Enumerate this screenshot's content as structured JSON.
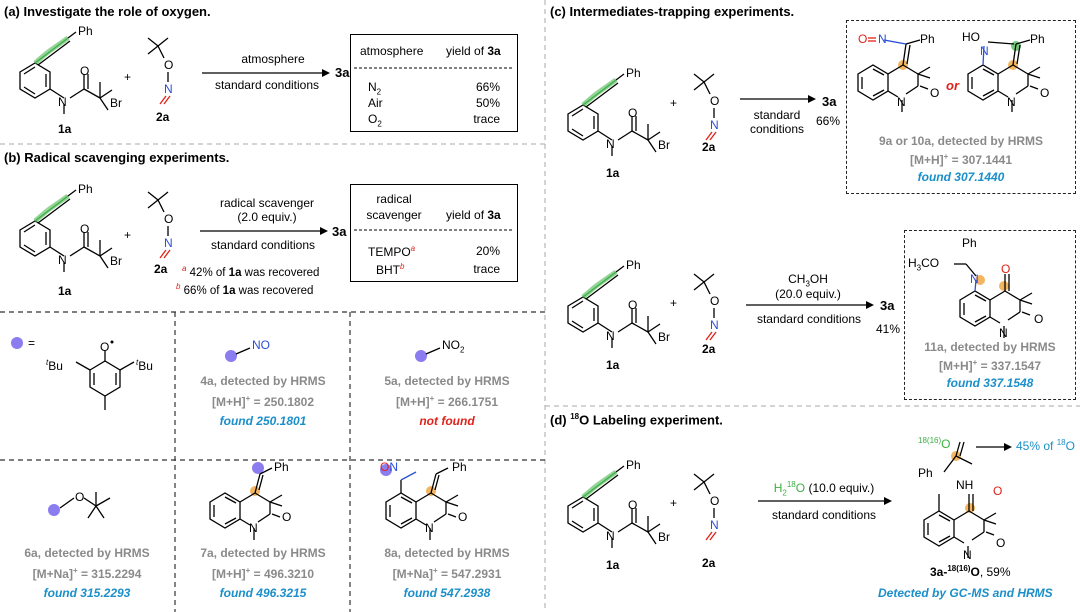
{
  "panel_a": {
    "title": "(a) Investigate the role of oxygen.",
    "condition_top": "atmosphere",
    "condition_bottom": "standard conditions",
    "product": "3a",
    "reagent_1": "1a",
    "reagent_2": "2a",
    "table_head_1": "atmosphere",
    "table_head_2": "yield of",
    "table_head_2b": "3a",
    "rows": [
      {
        "gas": "N",
        "gas_sub": "2",
        "yield": "66%"
      },
      {
        "gas": "Air",
        "gas_sub": "",
        "yield": "50%"
      },
      {
        "gas": "O",
        "gas_sub": "2",
        "yield": "trace"
      }
    ]
  },
  "panel_b": {
    "title": "(b) Radical scavenging experiments.",
    "condition_top_1": "radical scavenger",
    "condition_top_2": "(2.0 equiv.)",
    "condition_bottom": "standard conditions",
    "product": "3a",
    "reagent_1": "1a",
    "reagent_2": "2a",
    "note_a_mark": "a",
    "note_a_text": "42% of",
    "note_a_bold": "1a",
    "note_a_tail": "was recovered",
    "note_b_mark": "b",
    "note_b_text": "66% of",
    "note_b_bold": "1a",
    "note_b_tail": "was recovered",
    "table_head_1a": "radical",
    "table_head_1b": "scavenger",
    "table_head_2": "yield of",
    "table_head_2b": "3a",
    "rows": [
      {
        "name": "TEMPO",
        "mark": "a",
        "yield": "20%"
      },
      {
        "name": "BHT",
        "mark": "b",
        "yield": "trace"
      }
    ],
    "legend_eq": "=",
    "tbu_label": "Bu",
    "tbu_prefix": "t",
    "cells": [
      {
        "id": "4a",
        "group": "NO",
        "caption": "4a, detected by HRMS",
        "ion": "[M+H]",
        "ion_sup": "+",
        "ion_val": "= 250.1802",
        "found": "found 250.1801",
        "found_color": "blue"
      },
      {
        "id": "5a",
        "group": "NO",
        "group_sub": "2",
        "caption": "5a, detected by HRMS",
        "ion": "[M+H]",
        "ion_sup": "+",
        "ion_val": "= 266.1751",
        "found": "not found",
        "found_color": "red"
      },
      {
        "id": "6a",
        "caption": "6a, detected by HRMS",
        "ion": "[M+Na]",
        "ion_sup": "+",
        "ion_val": "= 315.2294",
        "found": "found 315.2293",
        "found_color": "blue"
      },
      {
        "id": "7a",
        "group": "Ph",
        "caption": "7a, detected by HRMS",
        "ion": "[M+H]",
        "ion_sup": "+",
        "ion_val": "= 496.3210",
        "found": "found 496.3215",
        "found_color": "blue"
      },
      {
        "id": "8a",
        "group": "ON",
        "group_ph": "Ph",
        "caption": "8a, detected by HRMS",
        "ion": "[M+Na]",
        "ion_sup": "+",
        "ion_val": "= 547.2931",
        "found": "found 547.2938",
        "found_color": "blue"
      }
    ]
  },
  "panel_c": {
    "title": "(c) Intermediates-trapping experiments.",
    "top": {
      "cond_1": "standard",
      "cond_2": "conditions",
      "product": "3a",
      "yield": "66%",
      "reagent_1": "1a",
      "reagent_2": "2a",
      "or_label": "or",
      "labels": [
        "O",
        "N",
        "Ph",
        "HO",
        "N",
        "Ph",
        "N",
        "O",
        "N",
        "O"
      ],
      "caption": "9a or 10a, detected by HRMS",
      "ion": "[M+H]",
      "ion_sup": "+",
      "ion_val": "= 307.1441",
      "found": "found 307.1440"
    },
    "bottom": {
      "cond_top_1": "CH",
      "cond_top_1_sub": "3",
      "cond_top_1_tail": "OH",
      "cond_top_2": "(20.0 equiv.)",
      "cond_bottom": "standard conditions",
      "product": "3a",
      "yield": "41%",
      "reagent_1": "1a",
      "reagent_2": "2a",
      "h3co": "H",
      "h3co_sub": "3",
      "h3co_tail": "CO",
      "ph": "Ph",
      "caption": "11a, detected by HRMS",
      "ion": "[M+H]",
      "ion_sup": "+",
      "ion_val": "= 337.1547",
      "found": "found 337.1548"
    }
  },
  "panel_d": {
    "title_sup": "18",
    "title": "O  Labeling experiment.",
    "title_prefix": "(d)",
    "cond_top_pre": "H",
    "cond_top_sub": "2",
    "cond_top_sup": "18",
    "cond_top_o": "O",
    "cond_top_tail": "(10.0 equiv.)",
    "cond_bottom": "standard conditions",
    "reagent_1": "1a",
    "reagent_2": "2a",
    "label_1816": "18(16)",
    "label_o": "O",
    "arrow_note": "45% of",
    "arrow_note_sup": "18",
    "arrow_note_o": "O",
    "nh": "NH",
    "ph": "Ph",
    "product_pre": "3a-",
    "product_sup": "18(16)",
    "product_o": "O",
    "product_yield": ", 59%",
    "detected": "Detected by GC-MS and HRMS"
  },
  "atoms": {
    "ph": "Ph",
    "n": "N",
    "o": "O",
    "br": "Br"
  },
  "colors": {
    "alkyne_green": "#3cb043",
    "highlight_orange": "#f0a23a",
    "nitrogen_blue": "#2b4fd8",
    "oxygen_red": "#e0231a",
    "found_blue": "#1b8fc9",
    "grey_text": "#8a8a8a",
    "radical_purple": "#8b7cf0"
  }
}
